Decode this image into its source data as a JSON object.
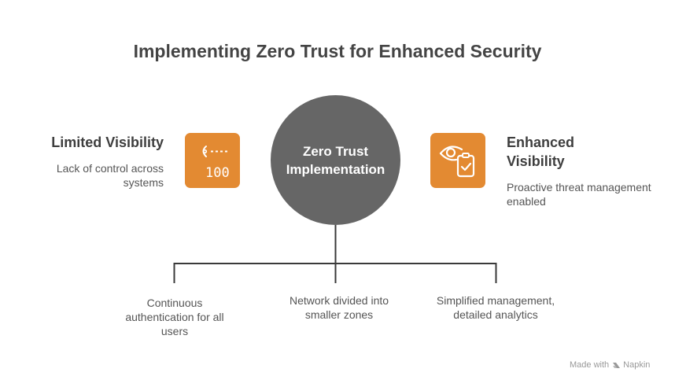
{
  "title": "Implementing Zero Trust for Enhanced Security",
  "center": {
    "label_line1": "Zero Trust",
    "label_line2": "Implementation",
    "color": "#666666"
  },
  "left": {
    "heading": "Limited Visibility",
    "description": "Lack of control across systems",
    "icon": "eye-code-icon",
    "icon_text": "100",
    "color": "#e38a32"
  },
  "right": {
    "heading_line1": "Enhanced",
    "heading_line2": "Visibility",
    "description": "Proactive threat management enabled",
    "icon": "eye-clipboard-check-icon",
    "color": "#e38a32"
  },
  "branches": [
    {
      "label": "Continuous authentication for all users"
    },
    {
      "label": "Network divided into smaller zones"
    },
    {
      "label": "Simplified management, detailed analytics"
    }
  ],
  "footer": {
    "made_with": "Made with",
    "brand": "Napkin"
  }
}
